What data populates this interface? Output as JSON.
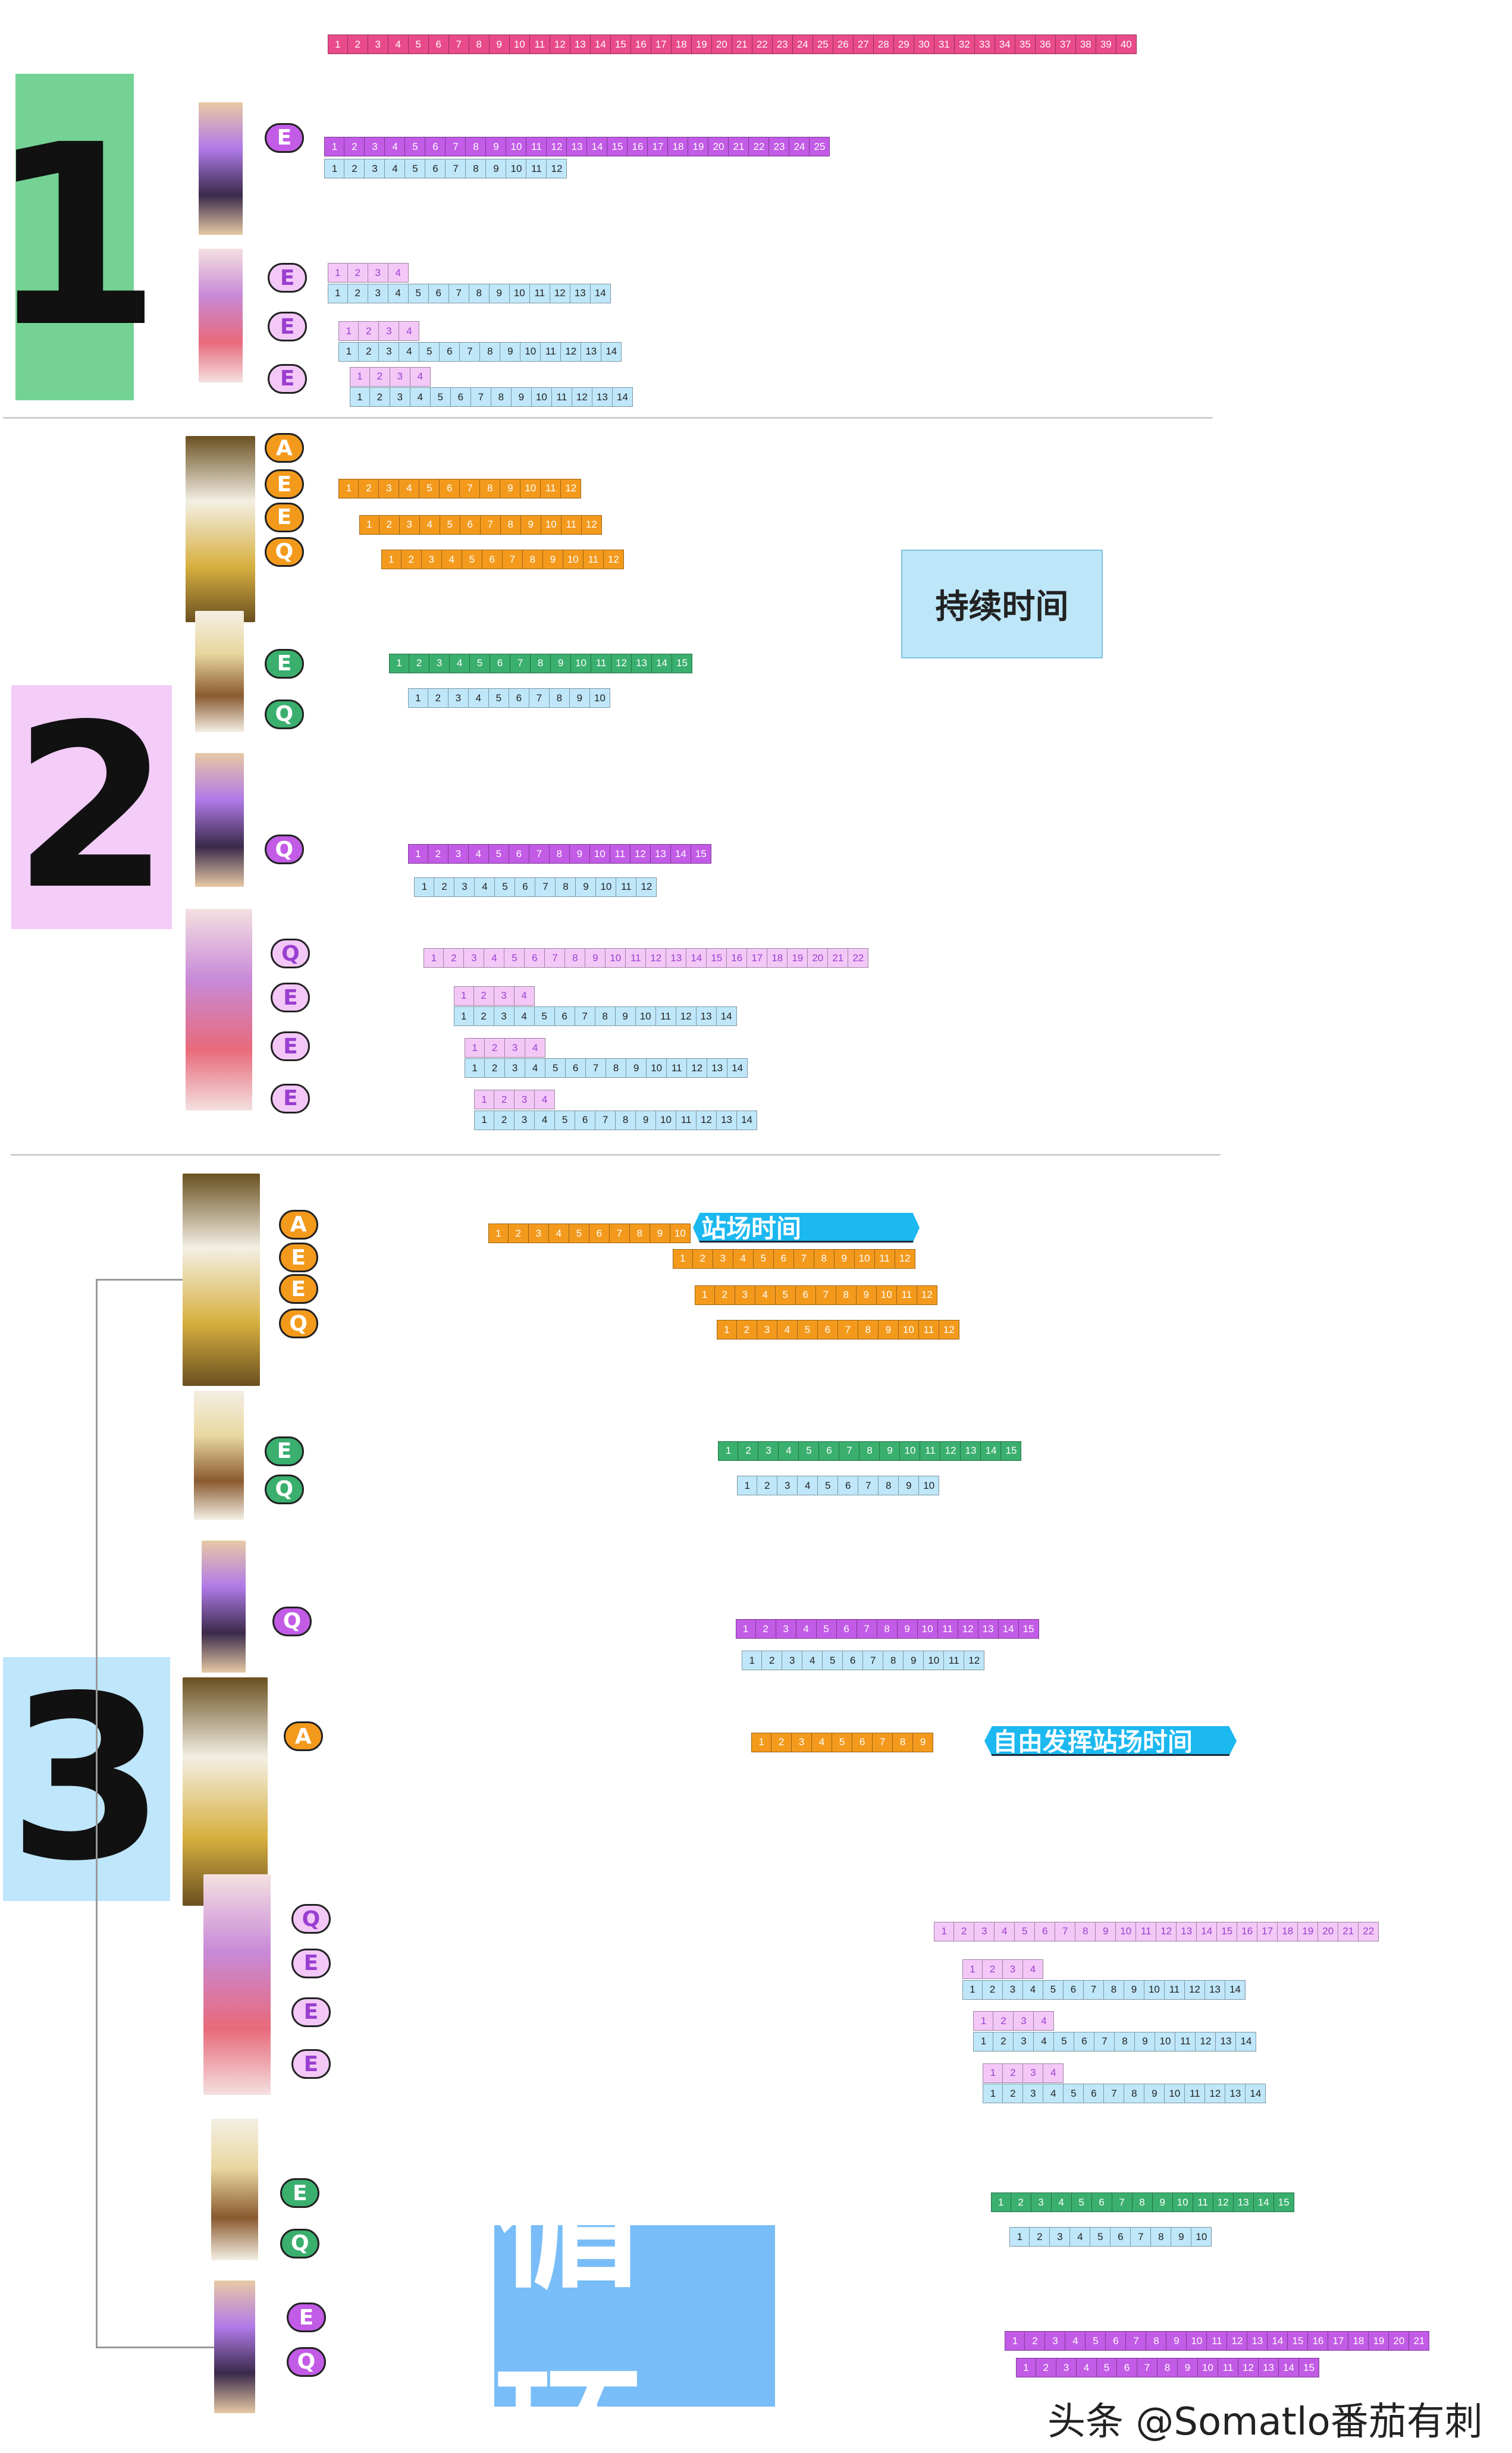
{
  "sections": [
    {
      "number": "1",
      "color": "#74d394"
    },
    {
      "number": "2",
      "color": "#f3ccf8"
    },
    {
      "number": "3",
      "color": "#bfe6fb"
    }
  ],
  "colors": {
    "pink": {
      "bg": "#e94b8a",
      "fg": "#ffffff"
    },
    "purple": {
      "bg": "#c25be6",
      "fg": "#ffffff"
    },
    "lightblue": {
      "bg": "#bfe7f9",
      "fg": "#222222"
    },
    "lightpink": {
      "bg": "#f3c8f7",
      "fg": "#9a3fd0"
    },
    "orange": {
      "bg": "#f39a1d",
      "fg": "#ffffff"
    },
    "green": {
      "bg": "#3aaf6e",
      "fg": "#ffffff"
    },
    "light": {
      "bg": "#f3c8f7",
      "fg": "#9a3fd0"
    }
  },
  "bars": [
    {
      "color": "pink",
      "count": 40
    },
    {
      "color": "purple",
      "count": 25
    },
    {
      "color": "lightblue",
      "count": 12
    },
    {
      "color": "lightpink",
      "count": 4
    },
    {
      "color": "lightblue",
      "count": 14
    },
    {
      "color": "lightpink",
      "count": 4
    },
    {
      "color": "lightblue",
      "count": 14
    },
    {
      "color": "lightpink",
      "count": 4
    },
    {
      "color": "lightblue",
      "count": 14
    },
    {
      "color": "orange",
      "count": 12
    },
    {
      "color": "orange",
      "count": 12
    },
    {
      "color": "orange",
      "count": 12
    },
    {
      "color": "green",
      "count": 15
    },
    {
      "color": "lightblue",
      "count": 10
    },
    {
      "color": "purple",
      "count": 15
    },
    {
      "color": "lightblue",
      "count": 12
    },
    {
      "color": "lightpink",
      "count": 22
    },
    {
      "color": "lightpink",
      "count": 4
    },
    {
      "color": "lightblue",
      "count": 14
    },
    {
      "color": "lightpink",
      "count": 4
    },
    {
      "color": "lightblue",
      "count": 14
    },
    {
      "color": "lightpink",
      "count": 4
    },
    {
      "color": "lightblue",
      "count": 14
    },
    {
      "color": "orange",
      "count": 10
    },
    {
      "color": "orange",
      "count": 12
    },
    {
      "color": "orange",
      "count": 12
    },
    {
      "color": "orange",
      "count": 12
    },
    {
      "color": "green",
      "count": 15
    },
    {
      "color": "lightblue",
      "count": 10
    },
    {
      "color": "purple",
      "count": 15
    },
    {
      "color": "lightblue",
      "count": 12
    },
    {
      "color": "orange",
      "count": 9
    },
    {
      "color": "lightpink",
      "count": 22
    },
    {
      "color": "lightpink",
      "count": 4
    },
    {
      "color": "lightblue",
      "count": 14
    },
    {
      "color": "lightpink",
      "count": 4
    },
    {
      "color": "lightblue",
      "count": 14
    },
    {
      "color": "lightpink",
      "count": 4
    },
    {
      "color": "lightblue",
      "count": 14
    },
    {
      "color": "green",
      "count": 15
    },
    {
      "color": "lightblue",
      "count": 10
    },
    {
      "color": "purple",
      "count": 21
    },
    {
      "color": "purple",
      "count": 15
    }
  ],
  "badges": [
    {
      "letter": "E",
      "style": "purple"
    },
    {
      "letter": "E",
      "style": "light"
    },
    {
      "letter": "E",
      "style": "light"
    },
    {
      "letter": "E",
      "style": "light"
    },
    {
      "letter": "A",
      "style": "orange"
    },
    {
      "letter": "E",
      "style": "orange"
    },
    {
      "letter": "E",
      "style": "orange"
    },
    {
      "letter": "Q",
      "style": "orange"
    },
    {
      "letter": "E",
      "style": "green"
    },
    {
      "letter": "Q",
      "style": "green"
    },
    {
      "letter": "Q",
      "style": "purple"
    },
    {
      "letter": "Q",
      "style": "light"
    },
    {
      "letter": "E",
      "style": "light"
    },
    {
      "letter": "E",
      "style": "light"
    },
    {
      "letter": "E",
      "style": "light"
    },
    {
      "letter": "A",
      "style": "orange"
    },
    {
      "letter": "E",
      "style": "orange"
    },
    {
      "letter": "E",
      "style": "orange"
    },
    {
      "letter": "Q",
      "style": "orange"
    },
    {
      "letter": "E",
      "style": "green"
    },
    {
      "letter": "Q",
      "style": "green"
    },
    {
      "letter": "Q",
      "style": "purple"
    },
    {
      "letter": "A",
      "style": "orange"
    },
    {
      "letter": "Q",
      "style": "light"
    },
    {
      "letter": "E",
      "style": "light"
    },
    {
      "letter": "E",
      "style": "light"
    },
    {
      "letter": "E",
      "style": "light"
    },
    {
      "letter": "E",
      "style": "green"
    },
    {
      "letter": "Q",
      "style": "green"
    },
    {
      "letter": "E",
      "style": "purple"
    },
    {
      "letter": "Q",
      "style": "purple"
    }
  ],
  "labels": {
    "duration": "持续时间",
    "on_field": "站场时间",
    "free_field": "自由发挥站场时间",
    "loop": "循环",
    "watermark": "头条 @Somatlo番茄有刺"
  }
}
